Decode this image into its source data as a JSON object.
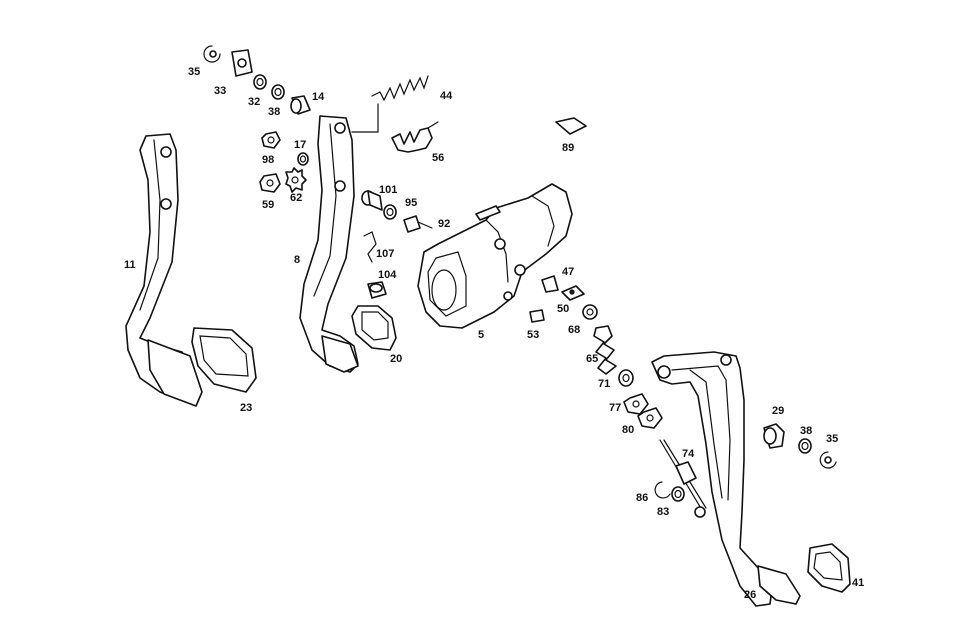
{
  "callouts": {
    "p35a": "35",
    "p33": "33",
    "p32": "32",
    "p38a": "38",
    "p14": "14",
    "p44": "44",
    "p98": "98",
    "p17": "17",
    "p59": "59",
    "p62": "62",
    "p56": "56",
    "p89": "89",
    "p101": "101",
    "p95": "95",
    "p92": "92",
    "p11": "11",
    "p8": "8",
    "p107": "107",
    "p104": "104",
    "p47": "47",
    "p50": "50",
    "p53": "53",
    "p68": "68",
    "p5": "5",
    "p20": "20",
    "p23": "23",
    "p65": "65",
    "p71": "71",
    "p77": "77",
    "p80": "80",
    "p29": "29",
    "p38b": "38",
    "p35b": "35",
    "p74": "74",
    "p86": "86",
    "p83": "83",
    "p26": "26",
    "p41": "41"
  }
}
